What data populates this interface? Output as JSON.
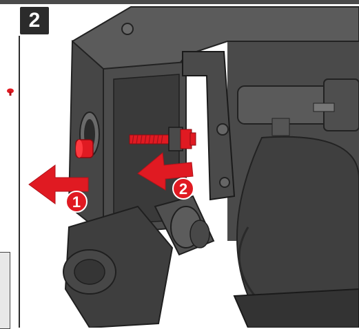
{
  "step": {
    "number": "2"
  },
  "callouts": [
    {
      "number": "1"
    },
    {
      "number": "2"
    }
  ],
  "colors": {
    "accent_red": "#e01a22",
    "machine_dark": "#3a3a3a",
    "machine_mid": "#555555",
    "badge_bg": "#2b2b2b"
  },
  "icons": {
    "arrow_1": "arrow-left-icon",
    "arrow_2": "arrow-left-icon"
  }
}
